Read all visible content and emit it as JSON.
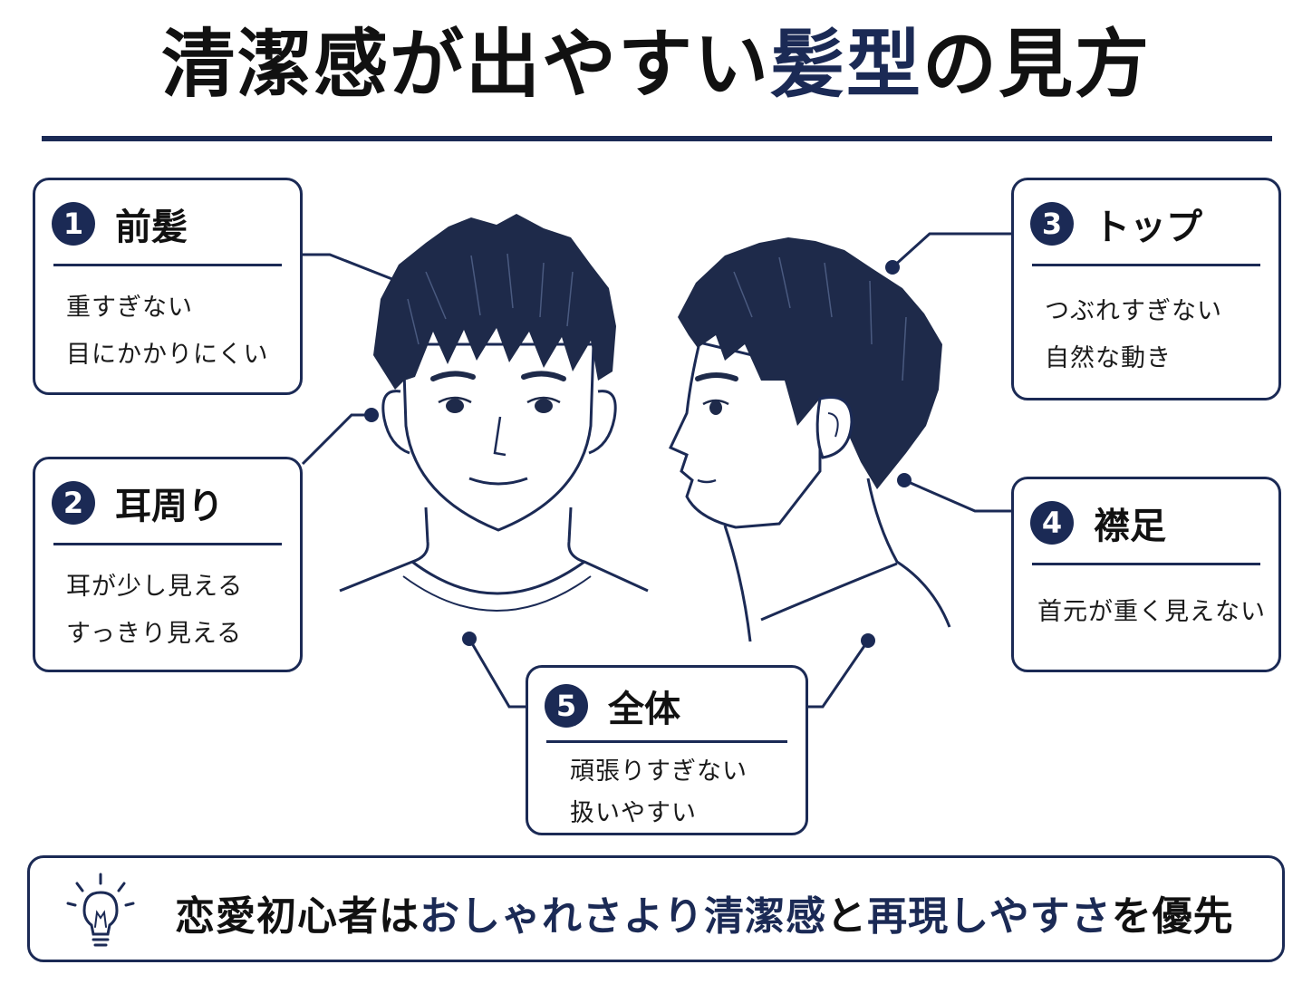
{
  "title": {
    "part1": "清潔感が出やすい",
    "accent": "髪型",
    "part2": "の見方"
  },
  "boxes": [
    {
      "num": "1",
      "title": "前髪",
      "lines": [
        "重すぎない",
        "目にかかりにくい"
      ]
    },
    {
      "num": "2",
      "title": "耳周り",
      "lines": [
        "耳が少し見える",
        "すっきり見える"
      ]
    },
    {
      "num": "3",
      "title": "トップ",
      "lines": [
        "つぶれすぎない",
        "自然な動き"
      ]
    },
    {
      "num": "4",
      "title": "襟足",
      "lines": [
        "首元が重く見えない"
      ]
    },
    {
      "num": "5",
      "title": "全体",
      "lines": [
        "頑張りすぎない",
        "扱いやすい"
      ]
    }
  ],
  "footer": {
    "icon": "lightbulb-icon",
    "seg1": "恋愛初心者は",
    "seg2": "おしゃれさより",
    "seg3": "清潔感",
    "seg4": "と",
    "seg5": "再現しやすさ",
    "seg6": "を優先"
  },
  "colors": {
    "navy": "#1b2a55",
    "hair": "#1e2a4a",
    "text": "#111111"
  }
}
